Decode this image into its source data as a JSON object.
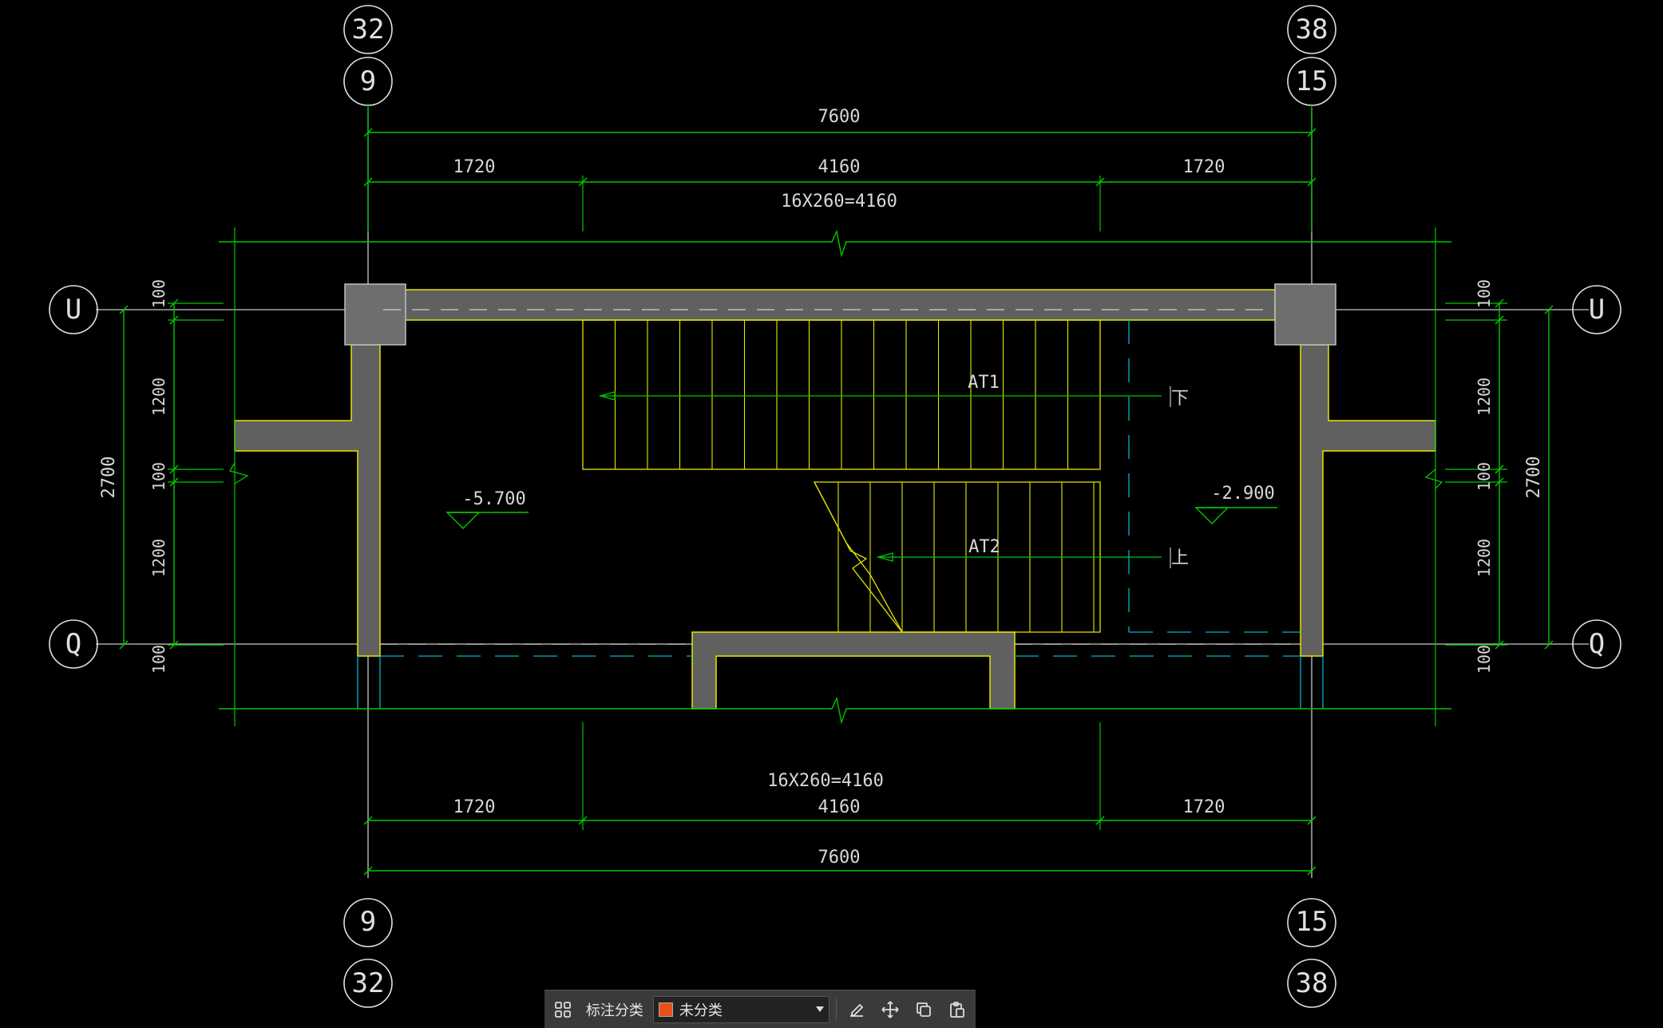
{
  "colors": {
    "background": "#000000",
    "dimension_line": "#00c800",
    "wall_fill": "#606060",
    "wall_edge": "#e6e600",
    "axis_line": "#c8c8c8",
    "hidden_line": "#00b4c8",
    "text": "#d8d8d8",
    "category_swatch": "#e8501a"
  },
  "grid_axes": {
    "left_top": "32",
    "left_inner_top": "9",
    "right_top": "38",
    "right_inner_top": "15",
    "left_bottom_inner": "9",
    "left_bottom": "32",
    "right_bottom_inner": "15",
    "right_bottom": "38",
    "row_top_left": "U",
    "row_top_right": "U",
    "row_bottom_left": "Q",
    "row_bottom_right": "Q"
  },
  "dimensions": {
    "top_total": "7600",
    "top_left": "1720",
    "top_middle": "4160",
    "top_right": "1720",
    "top_steps": "16X260=4160",
    "bottom_steps": "16X260=4160",
    "bottom_left": "1720",
    "bottom_middle": "4160",
    "bottom_right": "1720",
    "bottom_total": "7600",
    "left_100_top": "100",
    "left_1200_top": "1200",
    "left_100_mid": "100",
    "left_1200_bottom": "1200",
    "left_100_bottom": "100",
    "left_total": "2700",
    "right_100_top": "100",
    "right_1200_top": "1200",
    "right_100_mid": "100",
    "right_1200_bottom": "1200",
    "right_100_bottom": "100",
    "right_total": "2700"
  },
  "labels": {
    "flight_upper": "AT1",
    "flight_lower": "AT2",
    "direction_down": "下",
    "direction_up": "上",
    "elevation_left": "-5.700",
    "elevation_right": "-2.900"
  },
  "toolbar": {
    "category_label": "标注分类",
    "category_value": "未分类",
    "icons": [
      "grid-apps-icon",
      "edit-icon",
      "move-icon",
      "copy-icon",
      "paste-icon"
    ]
  }
}
